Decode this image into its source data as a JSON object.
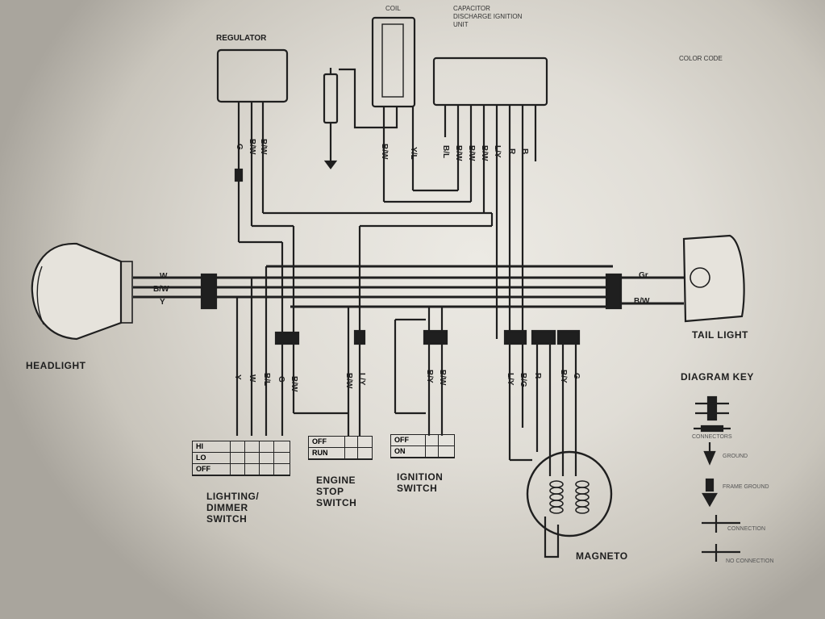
{
  "components": {
    "regulator": "REGULATOR",
    "coil": "COIL",
    "cdi_unit": "CAPACITOR DISCHARGE IGNITION UNIT",
    "color_code_title": "COLOR CODE",
    "headlight": "HEADLIGHT",
    "tail_light": "TAIL LIGHT",
    "diagram_key_title": "DIAGRAM KEY",
    "magneto": "MAGNETO",
    "lighting_switch": [
      "LIGHTING/",
      "DIMMER",
      "SWITCH"
    ],
    "engine_stop_switch": [
      "ENGINE",
      "STOP",
      "SWITCH"
    ],
    "ignition_switch": [
      "IGNITION",
      "SWITCH"
    ]
  },
  "headlight_wires": [
    "W",
    "B/W",
    "Y"
  ],
  "tail_wires": [
    "Gr",
    "B/W"
  ],
  "regulator_wires": [
    "G",
    "B/W",
    "B/W"
  ],
  "coil_wires": [
    "B/W",
    "Y/L"
  ],
  "cdi_wires": [
    "B/L",
    "B/W",
    "B/W",
    "B/W",
    "L/Y",
    "R",
    "B"
  ],
  "lighting_switch_wires": [
    "Y",
    "W",
    "B/L",
    "G",
    "B/W"
  ],
  "stop_switch_wires": [
    "B/W",
    "L/Y"
  ],
  "ignition_switch_wires": [
    "B/Y",
    "B/W"
  ],
  "magneto_wires": [
    "L/Y",
    "B/G",
    "R",
    "B/Y",
    "G"
  ],
  "lighting_switch_rows": [
    "HI",
    "LO",
    "OFF"
  ],
  "stop_switch_rows": [
    "OFF",
    "RUN"
  ],
  "ignition_switch_rows": [
    "OFF",
    "ON"
  ],
  "diagram_key": [
    "CONNECTORS",
    "GROUND",
    "FRAME GROUND",
    "CONNECTION",
    "NO CONNECTION"
  ]
}
